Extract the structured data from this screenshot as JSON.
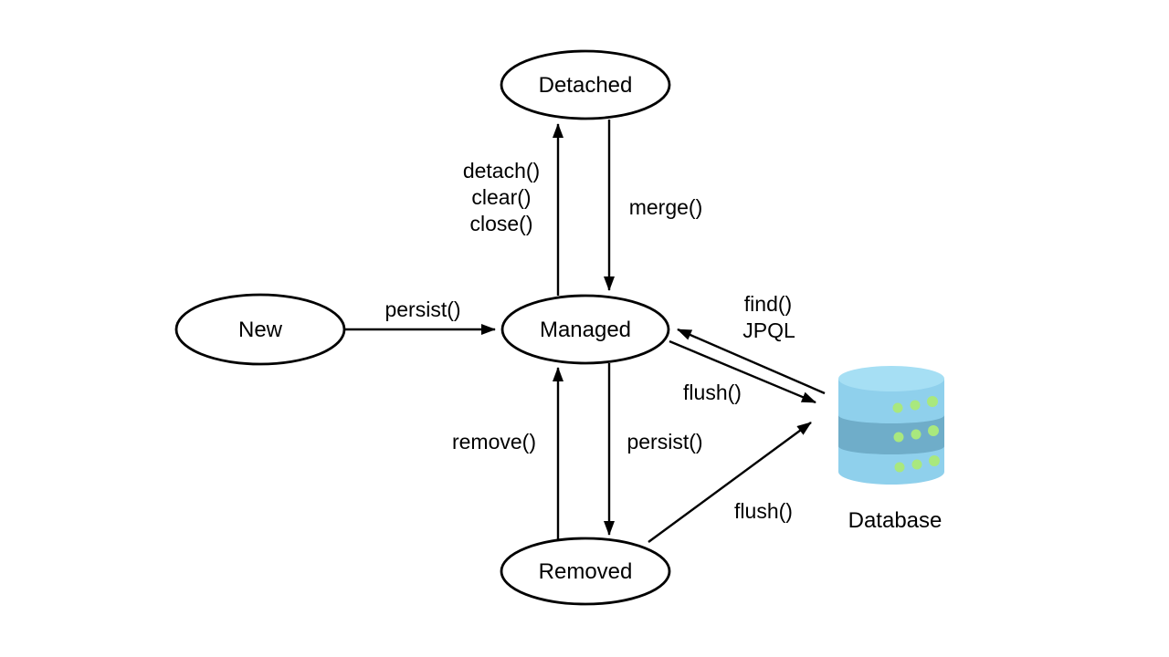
{
  "diagram": {
    "nodes": {
      "detached": {
        "label": "Detached"
      },
      "new": {
        "label": "New"
      },
      "managed": {
        "label": "Managed"
      },
      "removed": {
        "label": "Removed"
      },
      "database": {
        "label": "Database"
      }
    },
    "edges": {
      "managed_to_detached": {
        "label_lines": [
          "detach()",
          "clear()",
          "close()"
        ]
      },
      "detached_to_managed": {
        "label": "merge()"
      },
      "new_to_managed": {
        "label": "persist()"
      },
      "removed_to_managed": {
        "label": "remove()"
      },
      "managed_to_removed": {
        "label": "persist()"
      },
      "database_to_managed": {
        "label_lines": [
          "find()",
          "JPQL"
        ]
      },
      "managed_to_database": {
        "label": "flush()"
      },
      "removed_to_database": {
        "label": "flush()"
      }
    },
    "colors": {
      "background": "#ffffff",
      "line": "#000000",
      "node_fill": "#ffffff",
      "db_top": "#a6dff4",
      "db_body": "#8fd0ec",
      "db_band": "#6fadc9",
      "db_dot": "#a9e87e"
    }
  }
}
